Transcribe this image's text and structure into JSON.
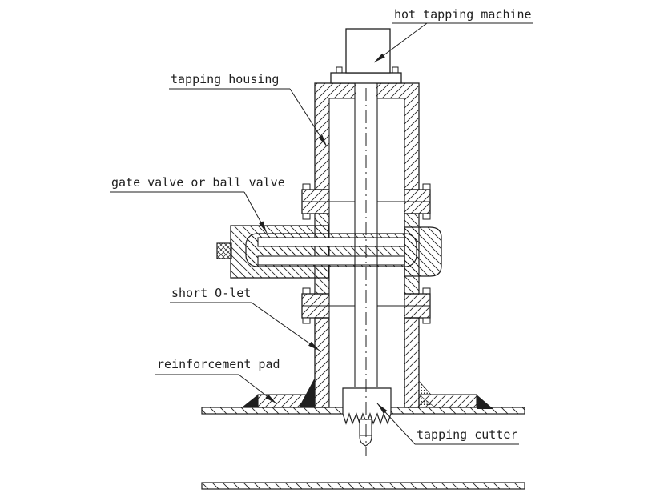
{
  "diagram": {
    "type": "technical-section-drawing",
    "subject": "hot tapping assembly on a pipeline",
    "background_color": "#ffffff",
    "line_color": "#1f1f1f",
    "labels": {
      "hot_tapping_machine": "hot tapping machine",
      "tapping_housing": "tapping housing",
      "gate_valve": "gate valve or ball valve",
      "short_olet": "short O-let",
      "reinforcement_pad": "reinforcement pad",
      "tapping_cutter": "tapping cutter"
    }
  }
}
